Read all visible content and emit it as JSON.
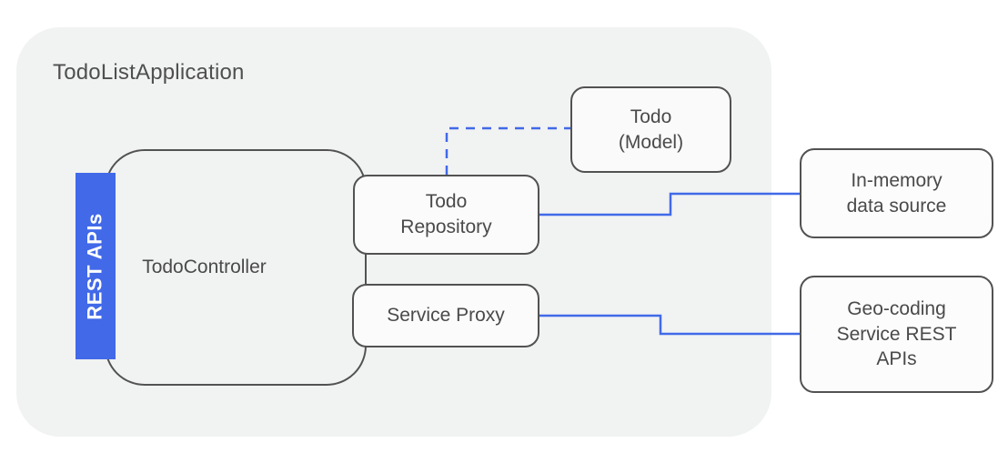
{
  "diagram": {
    "container": {
      "label": "TodoListApplication"
    },
    "nodes": {
      "rest_apis": {
        "label": "REST APIs"
      },
      "todo_controller": {
        "label": "TodoController"
      },
      "todo_repository": {
        "label": "Todo\nRepository"
      },
      "service_proxy": {
        "label": "Service Proxy"
      },
      "todo_model": {
        "label": "Todo\n(Model)"
      },
      "in_memory": {
        "label": "In-memory\ndata source"
      },
      "geo_coding": {
        "label": "Geo-coding\nService REST\nAPIs"
      }
    },
    "edges": [
      {
        "from": "todo_repository",
        "to": "todo_model",
        "style": "dashed"
      },
      {
        "from": "todo_repository",
        "to": "in_memory",
        "style": "solid"
      },
      {
        "from": "service_proxy",
        "to": "geo_coding",
        "style": "solid"
      }
    ],
    "colors": {
      "accent_blue": "#4169e8",
      "container_fill": "#f1f2f2",
      "node_border": "#525252",
      "node_fill": "#fbfbfb",
      "text": "#4a4a4a",
      "rest_apis_text": "#ffffff"
    }
  }
}
